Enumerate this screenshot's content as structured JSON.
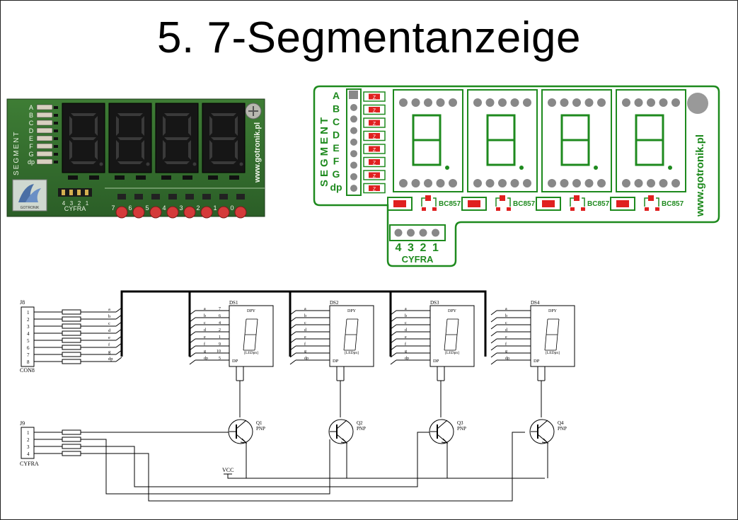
{
  "title": "5. 7-Segmentanzeige",
  "photo": {
    "segment_letters": [
      "A",
      "B",
      "C",
      "D",
      "E",
      "F",
      "G",
      "dp"
    ],
    "side_label": "SEGMENT",
    "digit_numbers": [
      "4",
      "3",
      "2",
      "1"
    ],
    "cyfra_label": "CYFRA",
    "url": "www.gotronik.pl",
    "logo_text": "GOTRONIK",
    "led_numbers": [
      "7",
      "6",
      "5",
      "4",
      "3",
      "2",
      "1",
      "0"
    ]
  },
  "pcb": {
    "segment_letters": [
      "A",
      "B",
      "C",
      "D",
      "E",
      "F",
      "G",
      "dp"
    ],
    "side_label": "SEGMENT",
    "transistor_label": "BC857",
    "digit_numbers": [
      "4",
      "3",
      "2",
      "1"
    ],
    "cyfra_label": "CYFRA",
    "url": "www.gotronik.pl",
    "resistor_mark": "Z"
  },
  "schematic": {
    "connector1_name": "J8",
    "connector1_type": "CON8",
    "connector1_pins": [
      "1",
      "2",
      "3",
      "4",
      "5",
      "6",
      "7",
      "8"
    ],
    "connector2_name": "J9",
    "connector2_type": "CYFRA",
    "connector2_pins": [
      "1",
      "2",
      "3",
      "4"
    ],
    "segment_nets": [
      "a",
      "b",
      "c",
      "d",
      "e",
      "f",
      "g",
      "dp"
    ],
    "pin_numbers": [
      "7",
      "6",
      "4",
      "2",
      "1",
      "9",
      "10",
      "5"
    ],
    "displays": [
      "DS1",
      "DS2",
      "DS3",
      "DS4"
    ],
    "display_type": "DPY",
    "display_pkg": "[LEDpn]",
    "dp_label": "DP",
    "transistors": [
      "Q1",
      "Q2",
      "Q3",
      "Q4"
    ],
    "transistor_type": "PNP",
    "vcc_label": "VCC"
  }
}
